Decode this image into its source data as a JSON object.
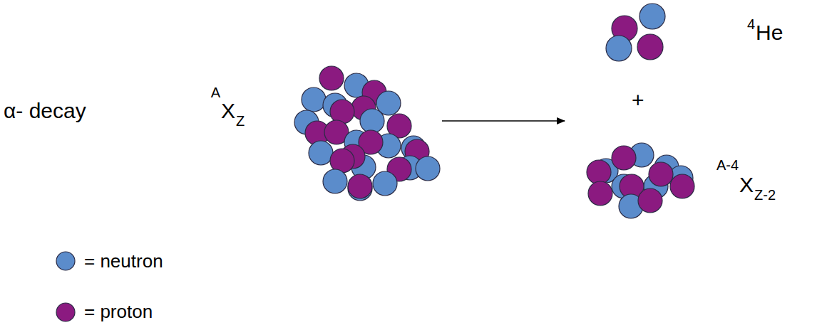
{
  "diagram": {
    "labels": [
      "α- decay",
      "A",
      "X",
      "Z",
      "4",
      "He",
      "+",
      "A-4",
      "X",
      "Z-2"
    ],
    "legend": [
      {
        "text": "= neutron",
        "color": "#5b8ccb"
      },
      {
        "text": "= proton",
        "color": "#8b1a80"
      }
    ]
  }
}
